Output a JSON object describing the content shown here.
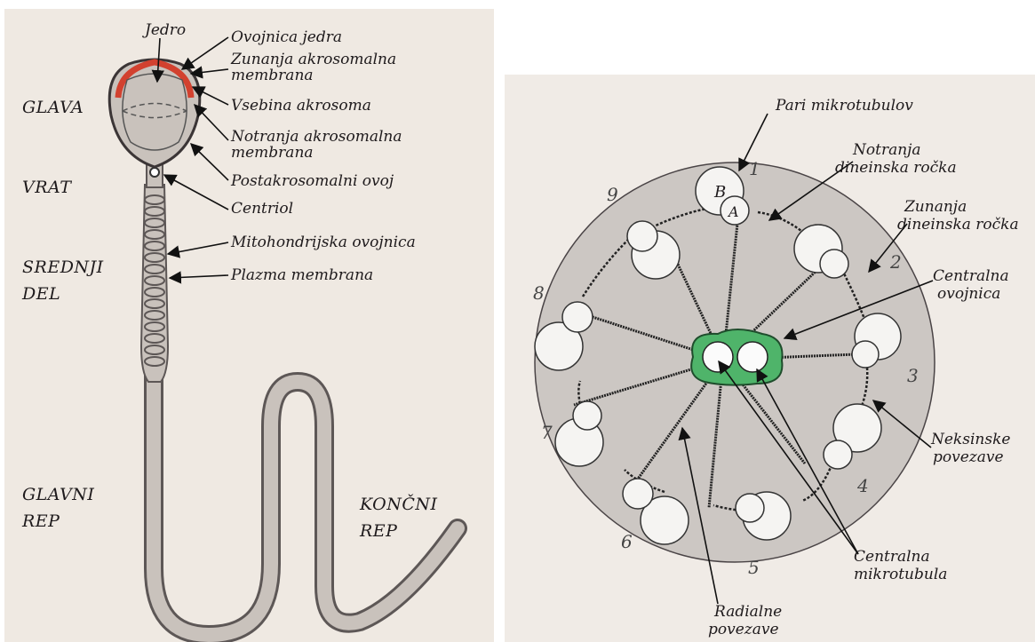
{
  "left_panel": {
    "sections": {
      "head": "GLAVA",
      "neck": "VRAT",
      "midpiece_1": "SREDNJI",
      "midpiece_2": "DEL",
      "principal_1": "GLAVNI",
      "principal_2": "REP",
      "end_1": "KONČNI",
      "end_2": "REP"
    },
    "labels": {
      "nucleus": "Jedro",
      "nuclear_envelope": "Ovojnica jedra",
      "outer_acrosomal_1": "Zunanja akrosomalna",
      "outer_acrosomal_2": "membrana",
      "acrosome_content": "Vsebina akrosoma",
      "inner_acrosomal_1": "Notranja akrosomalna",
      "inner_acrosomal_2": "membrana",
      "postacrosomal": "Postakrosomalni ovoj",
      "centriole": "Centriol",
      "mitochondrial_sheath": "Mitohondrijska ovojnica",
      "plasma_membrane": "Plazma membrana"
    },
    "colors": {
      "acrosome": "#d2412f",
      "tail_fill": "#c9c2bc"
    }
  },
  "right_panel": {
    "labels": {
      "microtubule_pairs": "Pari mikrotubulov",
      "inner_dynein_1": "Notranja",
      "inner_dynein_2": "dineinska ročka",
      "outer_dynein_1": "Zunanja",
      "outer_dynein_2": "dineinska ročka",
      "central_sheath_1": "Centralna",
      "central_sheath_2": "ovojnica",
      "nexin_1": "Neksinske",
      "nexin_2": "povezave",
      "central_microtubule_1": "Centralna",
      "central_microtubule_2": "mikrotubula",
      "radial_1": "Radialne",
      "radial_2": "povezave",
      "tubule_a": "A",
      "tubule_b": "B"
    },
    "doublet_numbers": [
      "1",
      "2",
      "3",
      "4",
      "5",
      "6",
      "7",
      "8",
      "9"
    ],
    "colors": {
      "central_sheath": "#4fb46a",
      "disc": "#ccc7c3"
    }
  }
}
